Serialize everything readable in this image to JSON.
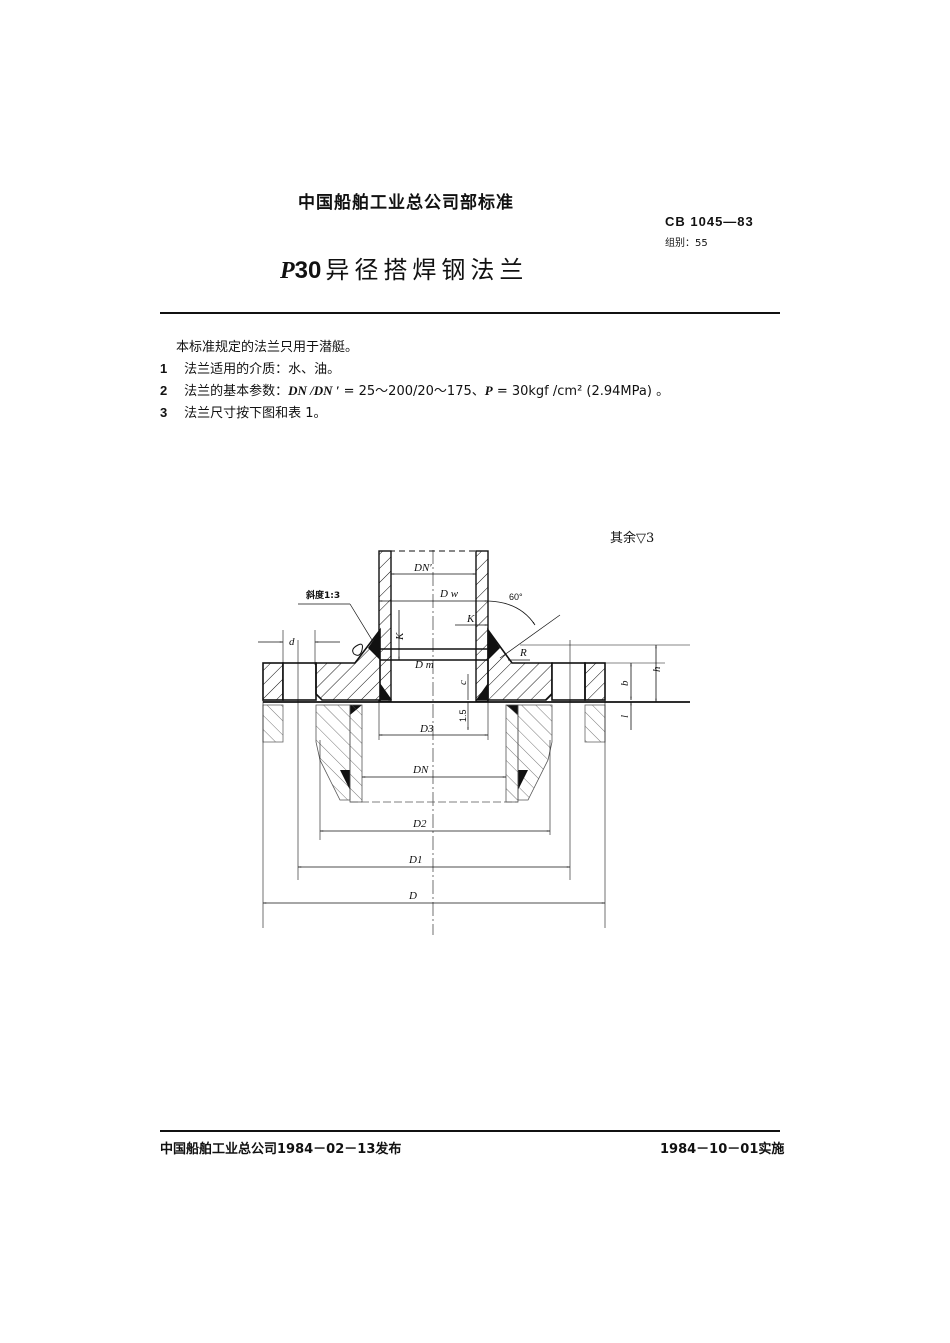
{
  "header": {
    "organization": "中国船舶工业总公司部标准",
    "standard_code": "CB 1045—83",
    "group": "组别：55",
    "title_prefix": "P",
    "title_number": "30",
    "title_text": "异径搭焊钢法兰"
  },
  "body": {
    "intro": "本标准规定的法兰只用于潜艇。",
    "items": [
      {
        "num": "1",
        "text": "法兰适用的介质：水、油。"
      },
      {
        "num": "2",
        "text_a": "法兰的基本参数：",
        "text_b": "DN /DN ′",
        "text_c": " = 25～200/20～175、",
        "text_d": "P",
        "text_e": " = 30kgf /cm² (2.94MPa) 。"
      },
      {
        "num": "3",
        "text": "法兰尺寸按下图和表 1。"
      }
    ]
  },
  "figure": {
    "roughness_note": "其余▽3",
    "labels": {
      "dn_prime": "DN′",
      "dw": "D w",
      "angle": "60°",
      "slope": "斜度1:3",
      "k_top": "K",
      "k_side": "K",
      "d": "d",
      "dm": "D m",
      "r": "R",
      "c": "c",
      "h": "h",
      "b": "b",
      "l": "l",
      "gap": "1.5",
      "d3": "D3",
      "dn": "DN",
      "d2": "D2",
      "d1": "D1",
      "D": "D"
    }
  },
  "footer": {
    "issued": "中国船舶工业总公司1984－02－13发布",
    "effective": "1984－10－01实施"
  }
}
